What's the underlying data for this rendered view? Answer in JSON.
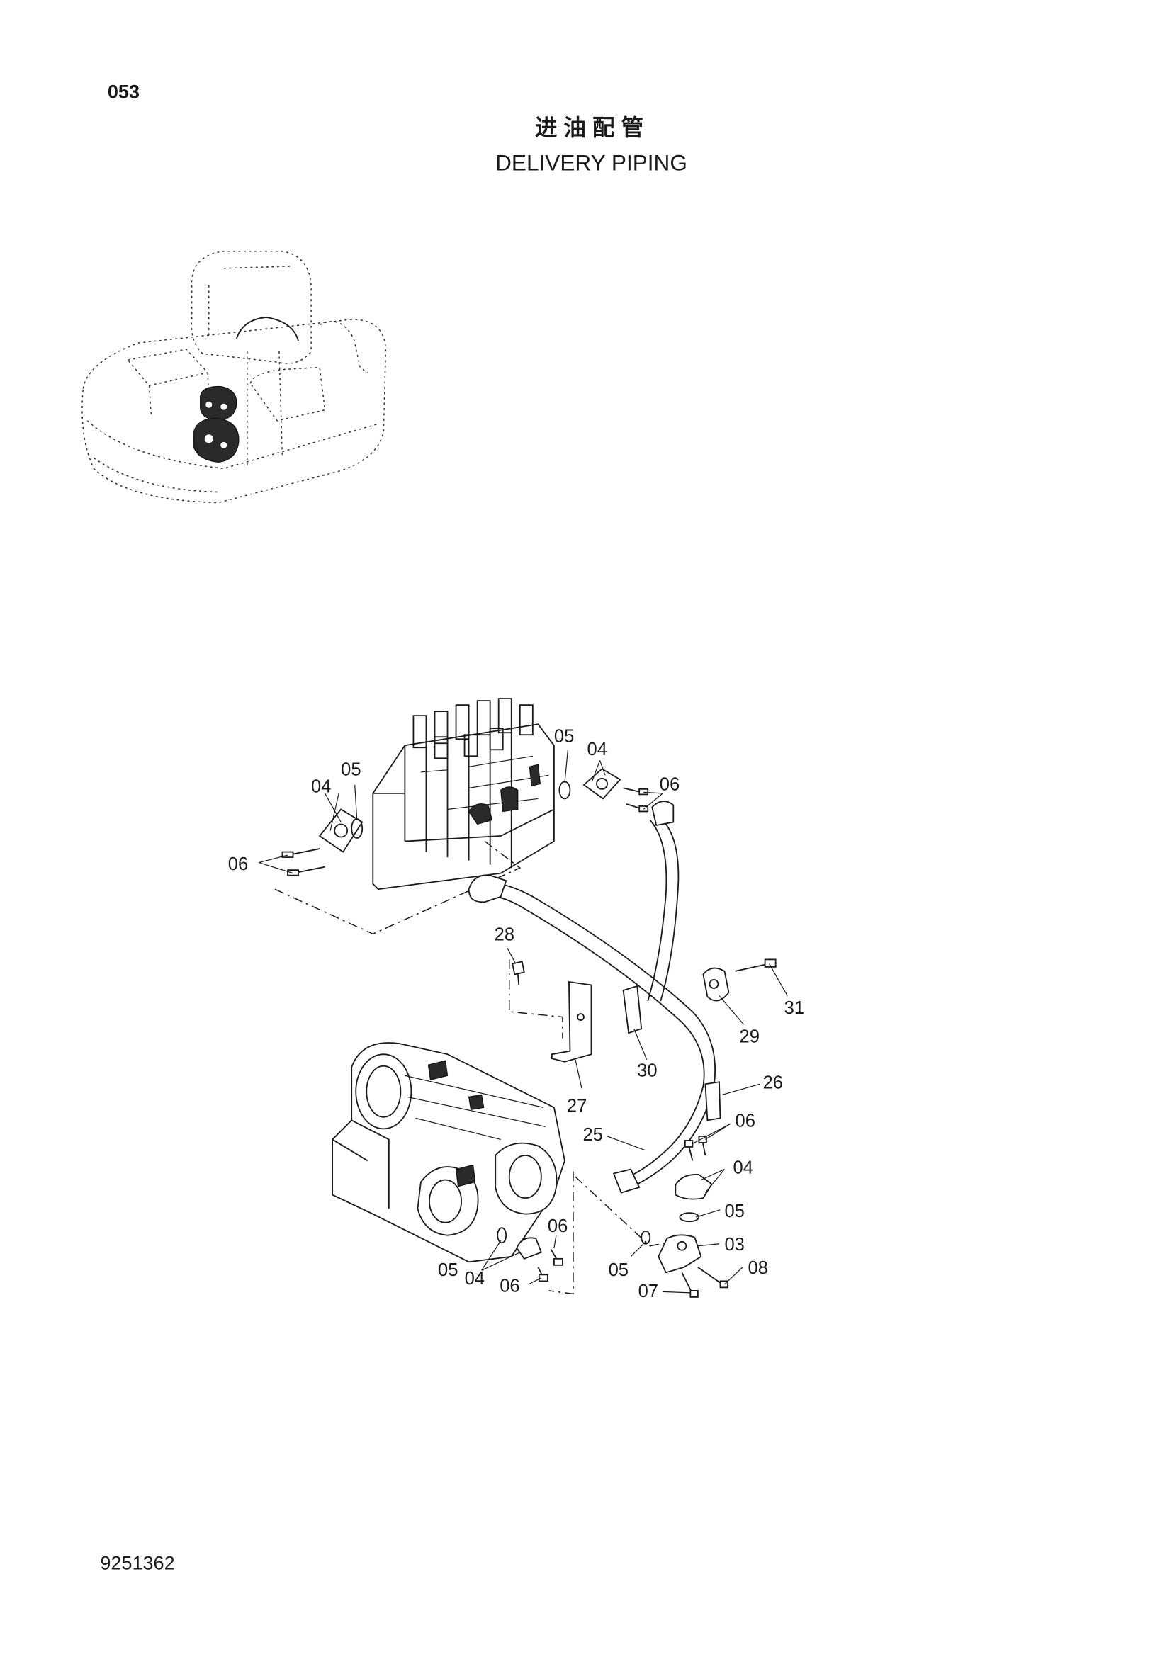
{
  "page_number": "053",
  "title_zh": "进油配管",
  "title_en": "DELIVERY PIPING",
  "footer_code": "9251362",
  "callouts": [
    "05",
    "04",
    "06",
    "05",
    "04",
    "06",
    "28",
    "31",
    "29",
    "30",
    "27",
    "26",
    "25",
    "06",
    "04",
    "05",
    "03",
    "08",
    "07",
    "06",
    "05",
    "04",
    "06",
    "05"
  ]
}
